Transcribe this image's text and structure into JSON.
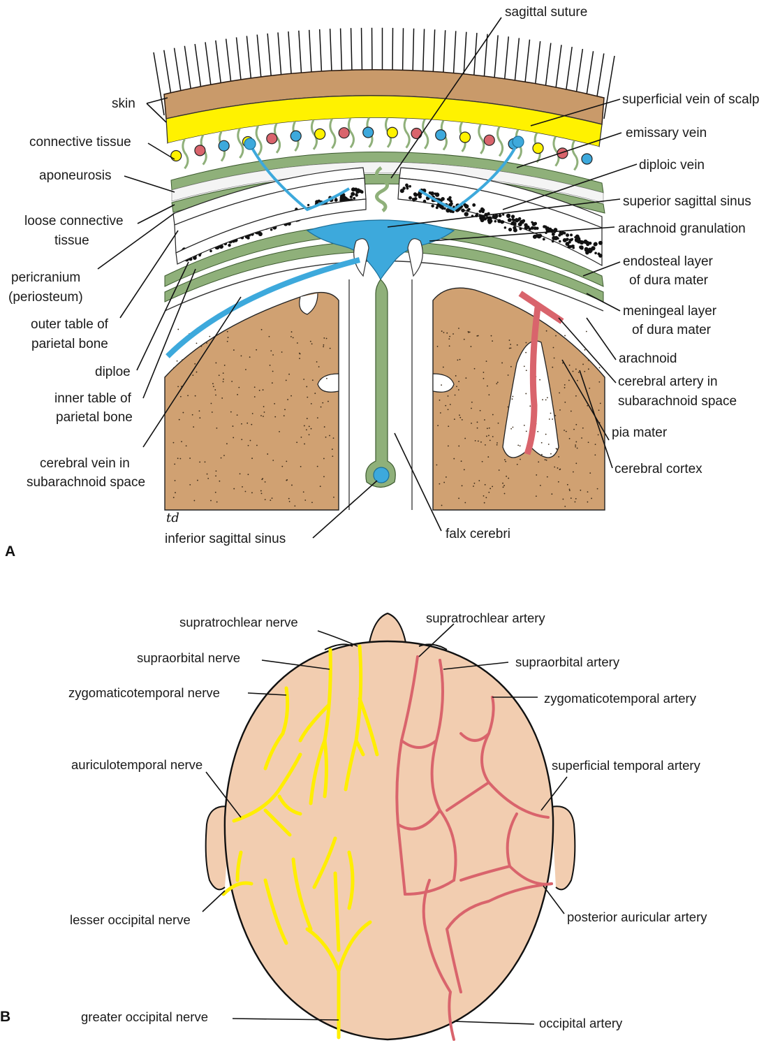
{
  "panel_a": {
    "letter": "A",
    "artist_mark": "td",
    "labels": {
      "sagittal_suture": "sagittal suture",
      "skin": "skin",
      "connective_tissue": "connective tissue",
      "aponeurosis": "aponeurosis",
      "loose_connective_1": "loose connective",
      "loose_connective_2": "tissue",
      "pericranium_1": "pericranium",
      "pericranium_2": "(periosteum)",
      "outer_table_1": "outer table of",
      "outer_table_2": "parietal bone",
      "diploe": "diploe",
      "inner_table_1": "inner table of",
      "inner_table_2": "parietal bone",
      "cerebral_vein_1": "cerebral vein in",
      "cerebral_vein_2": "subarachnoid space",
      "inferior_sagittal_sinus": "inferior sagittal sinus",
      "falx_cerebri": "falx cerebri",
      "superficial_vein": "superficial vein of scalp",
      "emissary_vein": "emissary vein",
      "diploic_vein": "diploic vein",
      "superior_sagittal_sinus": "superior sagittal sinus",
      "arachnoid_granulation": "arachnoid granulation",
      "endosteal_1": "endosteal layer",
      "endosteal_2": "of dura mater",
      "meningeal_1": "meningeal layer",
      "meningeal_2": "of dura mater",
      "arachnoid": "arachnoid",
      "cerebral_artery_1": "cerebral artery in",
      "cerebral_artery_2": "subarachnoid space",
      "pia_mater": "pia mater",
      "cerebral_cortex": "cerebral cortex"
    }
  },
  "panel_b": {
    "letter": "B",
    "labels": {
      "supratrochlear_nerve": "supratrochlear nerve",
      "supraorbital_nerve": "supraorbital nerve",
      "zygomaticotemporal_nerve": "zygomaticotemporal nerve",
      "auriculotemporal_nerve": "auriculotemporal nerve",
      "lesser_occipital_nerve": "lesser occipital nerve",
      "greater_occipital_nerve": "greater occipital nerve",
      "supratrochlear_artery": "supratrochlear artery",
      "supraorbital_artery": "supraorbital artery",
      "zygomaticotemporal_artery": "zygomaticotemporal artery",
      "superficial_temporal_artery": "superficial temporal artery",
      "posterior_auricular_artery": "posterior auricular artery",
      "occipital_artery": "occipital artery"
    }
  },
  "colors": {
    "skin_brown": "#c99a6a",
    "fat_yellow": "#fff200",
    "dura_green": "#8fb07a",
    "vein_blue": "#3da9dc",
    "artery_red": "#d9646c",
    "brain_tan": "#d0a172",
    "scalp_pink": "#f2cdb0",
    "nerve_yellow": "#ffee00"
  }
}
